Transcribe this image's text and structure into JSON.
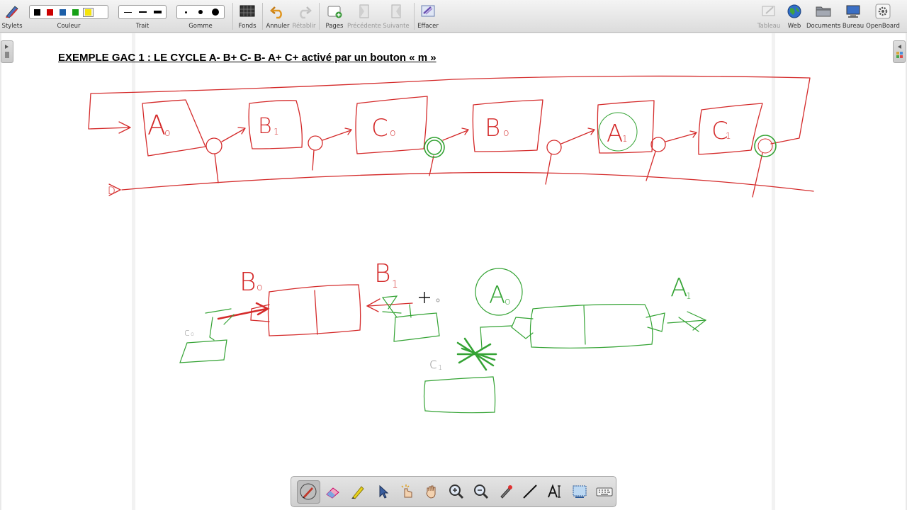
{
  "toolbar": {
    "stylets_label": "Stylets",
    "couleur_label": "Couleur",
    "trait_label": "Trait",
    "gomme_label": "Gomme",
    "fonds_label": "Fonds",
    "annuler_label": "Annuler",
    "retablir_label": "Rétablir",
    "pages_label": "Pages",
    "precedente_label": "Précédente",
    "suivante_label": "Suivante",
    "effacer_label": "Effacer",
    "tableau_label": "Tableau",
    "web_label": "Web",
    "documents_label": "Documents",
    "bureau_label": "Bureau",
    "openboard_label": "OpenBoard",
    "colors": [
      "#000000",
      "#cc0000",
      "#1d5fa8",
      "#16a016",
      "#f5e40a"
    ]
  },
  "page": {
    "title": "EXEMPLE GAC 1 : LE CYCLE A- B+ C- B- A+ C+ activé par un bouton « m »"
  },
  "handwriting": {
    "a0": "A",
    "a0_sub": "o",
    "b1": "B",
    "b1_sub": "1",
    "c0": "C",
    "c0_sub": "o",
    "b0": "B",
    "b0_sub": "o",
    "a1": "A",
    "a1_sub": "1",
    "c1": "C",
    "c1_sub": "1",
    "d": "D",
    "lower_b0": "B",
    "lower_b0_sub": "o",
    "lower_b1": "B",
    "lower_b1_sub": "1",
    "lower_a0": "A",
    "lower_a0_sub": "o",
    "lower_a1": "A",
    "lower_a1_sub": "1",
    "lower_c1": "c",
    "lower_c1_sub": "1",
    "lower_c0": "c",
    "lower_c0_sub": "o"
  },
  "ink_colors": {
    "red": "#d42a2a",
    "green": "#34a334"
  },
  "bottom_toolbar": {
    "tools": [
      "pen-icon",
      "eraser-icon",
      "highlighter-icon",
      "pointer-icon",
      "interact-icon",
      "hand-icon",
      "zoom-in-icon",
      "zoom-out-icon",
      "laser-icon",
      "line-icon",
      "text-icon",
      "capture-icon",
      "keyboard-icon"
    ]
  }
}
